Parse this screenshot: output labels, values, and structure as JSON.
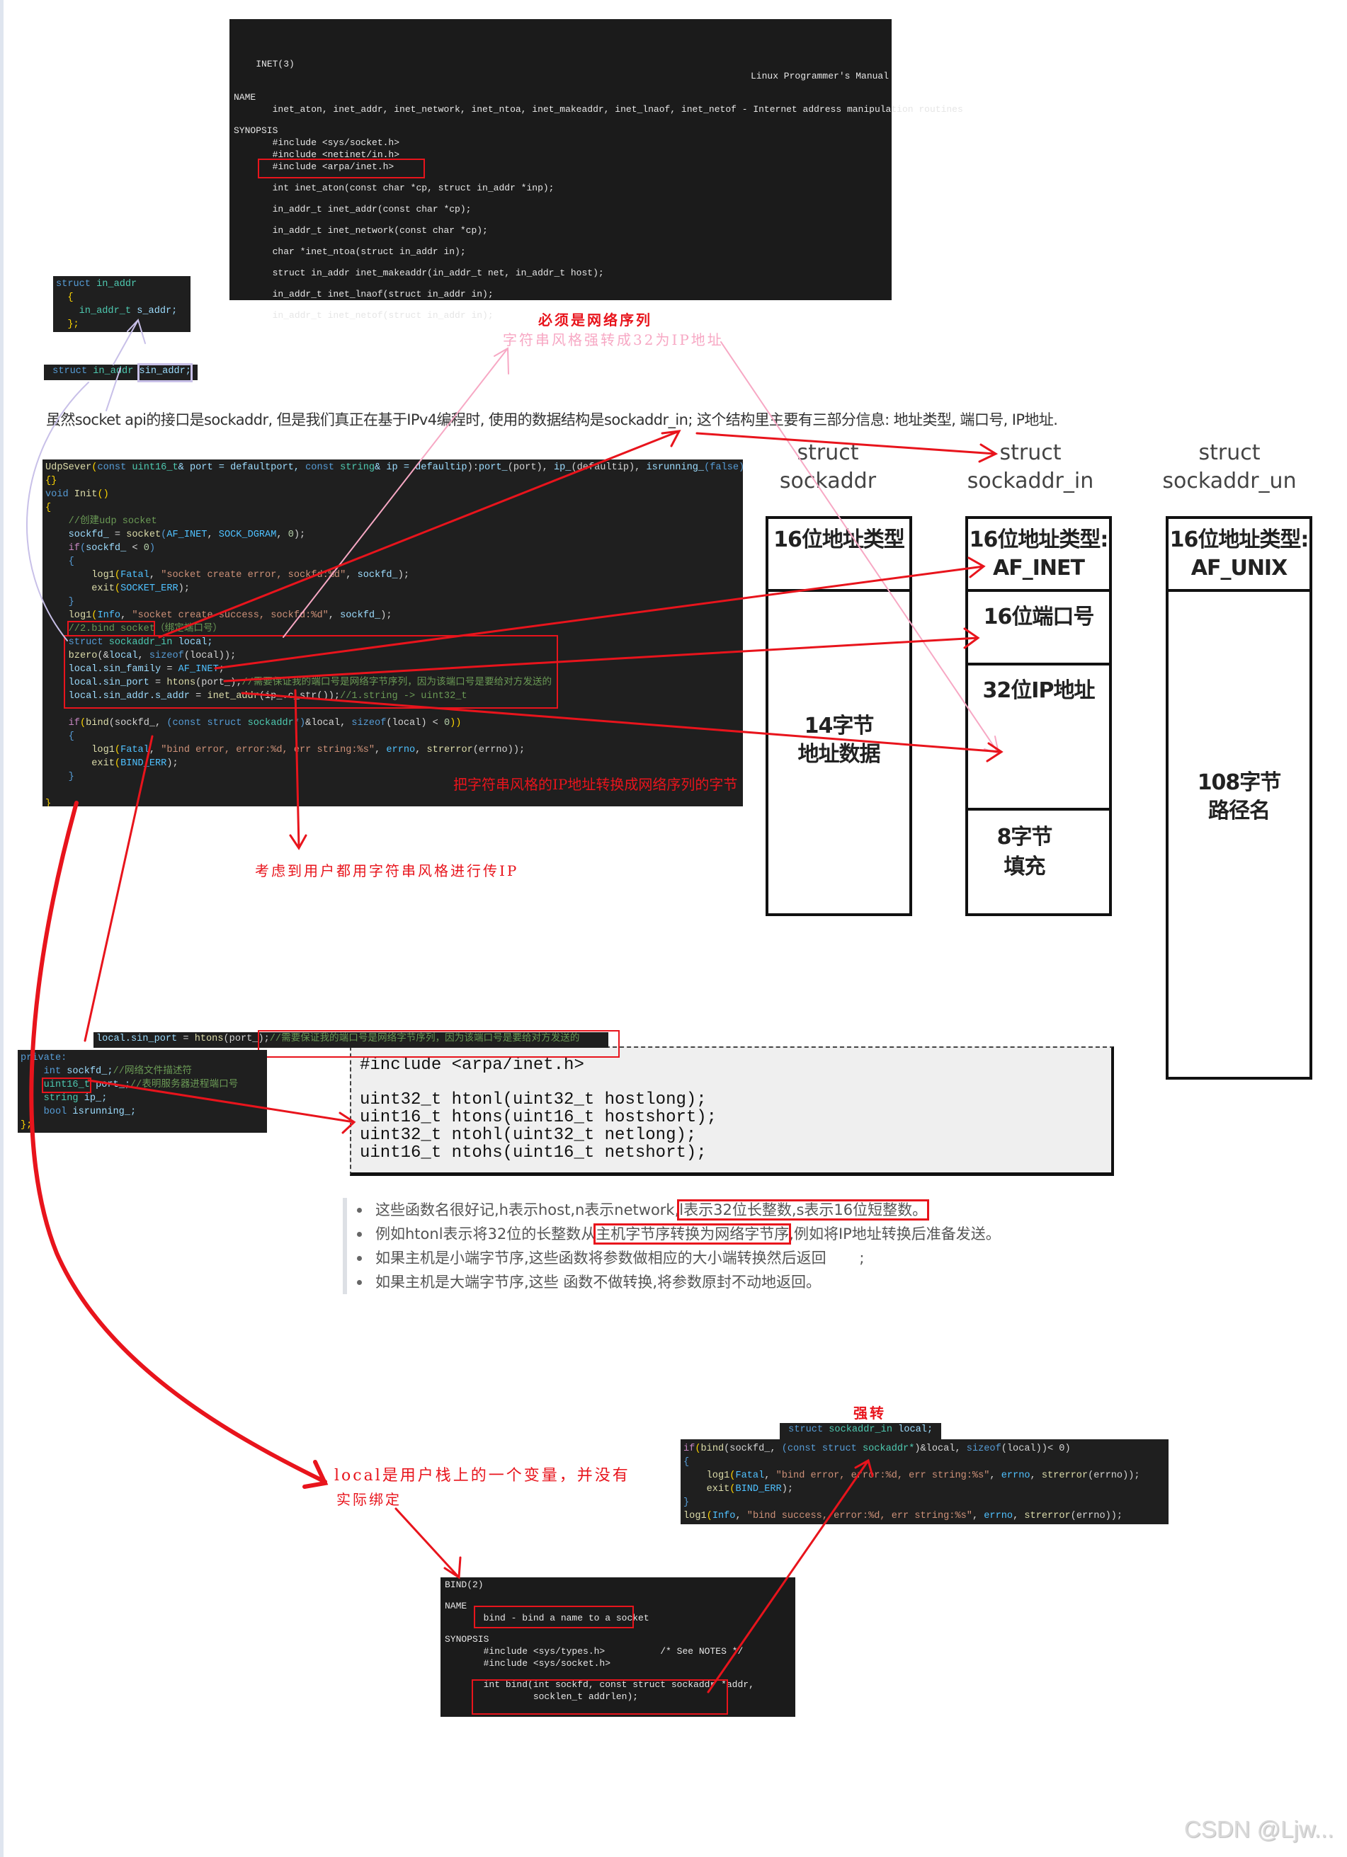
{
  "inet_man": {
    "header_left": "INET(3)",
    "header_right": "Linux Programmer's Manual",
    "lines": [
      "",
      "NAME",
      "       inet_aton, inet_addr, inet_network, inet_ntoa, inet_makeaddr, inet_lnaof, inet_netof - Internet address manipulation routines",
      "",
      "SYNOPSIS",
      "       #include <sys/socket.h>",
      "       #include <netinet/in.h>",
      "       #include <arpa/inet.h>",
      "",
      "       int inet_aton(const char *cp, struct in_addr *inp);",
      "",
      "       in_addr_t inet_addr(const char *cp);",
      "",
      "       in_addr_t inet_network(const char *cp);",
      "",
      "       char *inet_ntoa(struct in_addr in);",
      "",
      "       struct in_addr inet_makeaddr(in_addr_t net, in_addr_t host);",
      "",
      "       in_addr_t inet_lnaof(struct in_addr in);",
      "",
      "       in_addr_t inet_netof(struct in_addr in);"
    ]
  },
  "in_addr_struct": [
    [
      [
        "struct ",
        "k"
      ],
      [
        "in_addr",
        "t"
      ]
    ],
    [
      [
        "  {",
        "y"
      ]
    ],
    [
      [
        "    in_addr_t",
        "t"
      ],
      [
        " s_addr;",
        "v"
      ]
    ],
    [
      [
        "  };",
        "y"
      ]
    ]
  ],
  "sin_addr_bar": [
    [
      [
        " struct ",
        "k"
      ],
      [
        "in_addr",
        "t"
      ],
      [
        " sin_addr;",
        "v"
      ]
    ]
  ],
  "annotations": {
    "must_network_order": "必须是网络序列",
    "string_to_32bit": "字符串风格强转成32为IP地址",
    "convert_string_ip": "把字符串风格的IP地址转换成网络序列的字节",
    "users_use_string": "考虑到用户都用字符串风格进行传IP",
    "force_cast": "强转",
    "local_stack_1": "local是用户栈上的一个变量，并没有",
    "local_stack_2": "实际绑定"
  },
  "paragraph": "虽然socket api的接口是sockaddr, 但是我们真正在基于IPv4编程时, 使用的数据结构是sockaddr_in; 这个结构里主要有三部分信息: 地址类型, 端口号, IP地址.",
  "main_code": [
    [
      [
        "UdpSever",
        "f"
      ],
      [
        "(",
        "y"
      ],
      [
        "const ",
        "k"
      ],
      [
        "uint16_t",
        "t"
      ],
      [
        "& port = defaultport, ",
        "v"
      ],
      [
        "const ",
        "k"
      ],
      [
        "string",
        "t"
      ],
      [
        "& ip = defaultip",
        "v"
      ],
      [
        "):",
        "p"
      ],
      [
        "port_",
        "v"
      ],
      [
        "(port), ",
        "p"
      ],
      [
        "ip_",
        "v"
      ],
      [
        "(defaultip), ",
        "p"
      ],
      [
        "isrunning_",
        "v"
      ],
      [
        "(false)",
        "k"
      ]
    ],
    [
      [
        "{}",
        "y"
      ]
    ],
    [
      [
        "void ",
        "k"
      ],
      [
        "Init",
        "f"
      ],
      [
        "()",
        "y"
      ]
    ],
    [
      [
        "{",
        "y"
      ]
    ],
    [
      [
        "    //创建udp socket",
        "c"
      ]
    ],
    [
      [
        "    sockfd_",
        "v"
      ],
      [
        " = ",
        "p"
      ],
      [
        "socket",
        "f"
      ],
      [
        "(",
        "k"
      ],
      [
        "AF_INET",
        "m"
      ],
      [
        ", ",
        "p"
      ],
      [
        "SOCK_DGRAM",
        "m"
      ],
      [
        ", ",
        "p"
      ],
      [
        "0",
        "n"
      ],
      [
        ");",
        "p"
      ]
    ],
    [
      [
        "    if",
        "k2"
      ],
      [
        "(",
        "k"
      ],
      [
        "sockfd_",
        "v"
      ],
      [
        " < ",
        "p"
      ],
      [
        "0",
        "n"
      ],
      [
        ")",
        "k"
      ]
    ],
    [
      [
        "    {",
        "k"
      ]
    ],
    [
      [
        "        log1",
        "f"
      ],
      [
        "(",
        "y"
      ],
      [
        "Fatal",
        "m"
      ],
      [
        ", ",
        "p"
      ],
      [
        "\"socket create error, sockfd:%d\"",
        "s"
      ],
      [
        ", ",
        "p"
      ],
      [
        "sockfd_",
        "v"
      ],
      [
        ");",
        "p"
      ]
    ],
    [
      [
        "        exit",
        "f"
      ],
      [
        "(",
        "y"
      ],
      [
        "SOCKET_ERR",
        "m"
      ],
      [
        ");",
        "p"
      ]
    ],
    [
      [
        "    }",
        "k"
      ]
    ],
    [
      [
        "    log1",
        "f"
      ],
      [
        "(",
        "y"
      ],
      [
        "Info",
        "m"
      ],
      [
        ", ",
        "p"
      ],
      [
        "\"socket create success, sockfd:%d\"",
        "s"
      ],
      [
        ", ",
        "p"
      ],
      [
        "sockfd_",
        "v"
      ],
      [
        ");",
        "p"
      ]
    ],
    [
      [
        "    //2.bind socket（绑定端口号）",
        "c"
      ]
    ],
    [
      [
        "    struct ",
        "k"
      ],
      [
        "sockaddr_in",
        "t"
      ],
      [
        " local;",
        "v"
      ]
    ],
    [
      [
        "    bzero",
        "f"
      ],
      [
        "(&",
        "p"
      ],
      [
        "local",
        "v"
      ],
      [
        ", ",
        "p"
      ],
      [
        "sizeof",
        "k"
      ],
      [
        "(local));",
        "p"
      ]
    ],
    [
      [
        "    local.sin_family",
        "v"
      ],
      [
        " = ",
        "p"
      ],
      [
        "AF_INET",
        "m"
      ],
      [
        ";",
        "p"
      ]
    ],
    [
      [
        "    local.sin_port",
        "v"
      ],
      [
        " = ",
        "p"
      ],
      [
        "htons",
        "f"
      ],
      [
        "(port_);",
        "p"
      ],
      [
        "//需要保证我的端口号是网络字节序列，因为该端口号是要给对方发送的",
        "c"
      ]
    ],
    [
      [
        "    local.sin_addr.s_addr",
        "v"
      ],
      [
        " = ",
        "p"
      ],
      [
        "inet_addr",
        "f"
      ],
      [
        "(ip_.c_str());",
        "p"
      ],
      [
        "//1.string -> uint32_t",
        "c"
      ]
    ],
    [],
    [
      [
        "    if",
        "k2"
      ],
      [
        "(",
        "y"
      ],
      [
        "bind",
        "f"
      ],
      [
        "(sockfd_, ",
        "p"
      ],
      [
        "(const struct ",
        "k"
      ],
      [
        "sockaddr",
        "t"
      ],
      [
        "*)",
        "k"
      ],
      [
        "&local, ",
        "p"
      ],
      [
        "sizeof",
        "k"
      ],
      [
        "(local) < ",
        "p"
      ],
      [
        "0",
        "n"
      ],
      [
        "))",
        "y"
      ]
    ],
    [
      [
        "    {",
        "k"
      ]
    ],
    [
      [
        "        log1",
        "f"
      ],
      [
        "(",
        "y"
      ],
      [
        "Fatal",
        "m"
      ],
      [
        ", ",
        "p"
      ],
      [
        "\"bind error, error:%d, err string:%s\"",
        "s"
      ],
      [
        ", ",
        "p"
      ],
      [
        "errno",
        "m"
      ],
      [
        ", ",
        "p"
      ],
      [
        "strerror",
        "f"
      ],
      [
        "(errno));",
        "p"
      ]
    ],
    [
      [
        "        exit",
        "f"
      ],
      [
        "(",
        "y"
      ],
      [
        "BIND_ERR",
        "m"
      ],
      [
        ");",
        "p"
      ]
    ],
    [
      [
        "    }",
        "k"
      ]
    ],
    [],
    [
      [
        "}",
        "y"
      ]
    ]
  ],
  "diagram": {
    "sockaddr": {
      "title1": "struct",
      "title2": "sockaddr",
      "cell1": "16位地址类型",
      "cell2a": "14字节",
      "cell2b": "地址数据"
    },
    "sockaddr_in": {
      "title1": "struct",
      "title2": "sockaddr_in",
      "cell1a": "16位地址类型:",
      "cell1b": "AF_INET",
      "cell2": "16位端口号",
      "cell3": "32位IP地址",
      "cell4a": "8字节",
      "cell4b": "填充"
    },
    "sockaddr_un": {
      "title1": "struct",
      "title2": "sockaddr_un",
      "cell1a": "16位地址类型:",
      "cell1b": "AF_UNIX",
      "cell2a": "108字节",
      "cell2b": "路径名"
    }
  },
  "sin_port_bar": [
    [
      [
        "local.sin_port",
        "v"
      ],
      [
        " = ",
        "p"
      ],
      [
        "htons",
        "f"
      ],
      [
        "(port_);",
        "p"
      ],
      [
        "//需要保证我的端口号是网络字节序列，因为该端口号是要给对方发送的",
        "c"
      ]
    ]
  ],
  "private_code": [
    [
      [
        "private:",
        "k"
      ]
    ],
    [
      [
        "    int ",
        "k"
      ],
      [
        "sockfd_;",
        "v"
      ],
      [
        "//网络文件描述符",
        "c"
      ]
    ],
    [
      [
        "    uint16_t",
        "t"
      ],
      [
        " port_;",
        "v"
      ],
      [
        "//表明服务器进程端口号",
        "c"
      ]
    ],
    [
      [
        "    string",
        "t"
      ],
      [
        " ip_;",
        "v"
      ]
    ],
    [
      [
        "    bool ",
        "k"
      ],
      [
        "isrunning_;",
        "v"
      ]
    ],
    [
      [
        "};",
        "y"
      ]
    ]
  ],
  "byteorder": [
    "#include <arpa/inet.h>",
    "",
    "uint32_t htonl(uint32_t hostlong);",
    "uint16_t htons(uint16_t hostshort);",
    "uint32_t ntohl(uint32_t netlong);",
    "uint16_t ntohs(uint16_t netshort);"
  ],
  "bullets": [
    {
      "a": "这些函数名很好记,h表示host,n表示network,",
      "b": "l表示32位长整数,s表示16位短整数。",
      "c": ""
    },
    {
      "a": "例如htonl表示将32位的长整数从",
      "b": "主机字节序转换为网络字节序",
      "c": ",例如将IP地址转换后准备发送。"
    },
    {
      "a": "如果主机是小端字节序,这些函数将参数做相应的大小端转换然后返回       ;",
      "b": "",
      "c": ""
    },
    {
      "a": "如果主机是大端字节序,这些 函数不做转换,将参数原封不动地返回。",
      "b": "",
      "c": ""
    }
  ],
  "local_bar": [
    [
      [
        " struct ",
        "k"
      ],
      [
        "sockaddr_in",
        "t"
      ],
      [
        " local;",
        "v"
      ]
    ]
  ],
  "bind_code": [
    [
      [
        "if",
        "k2"
      ],
      [
        "(",
        "y"
      ],
      [
        "bind",
        "f"
      ],
      [
        "(sockfd_, ",
        "p"
      ],
      [
        "(const struct ",
        "k"
      ],
      [
        "sockaddr*",
        "t"
      ],
      [
        ")&local, ",
        "p"
      ],
      [
        "sizeof",
        "k"
      ],
      [
        "(local))< 0)",
        "p"
      ]
    ],
    [
      [
        "{",
        "k"
      ]
    ],
    [
      [
        "    log1",
        "f"
      ],
      [
        "(",
        "y"
      ],
      [
        "Fatal",
        "m"
      ],
      [
        ", ",
        "p"
      ],
      [
        "\"bind error, error:%d, err string:%s\"",
        "s"
      ],
      [
        ", ",
        "p"
      ],
      [
        "errno",
        "m"
      ],
      [
        ", ",
        "p"
      ],
      [
        "strerror",
        "f"
      ],
      [
        "(errno));",
        "p"
      ]
    ],
    [
      [
        "    exit",
        "f"
      ],
      [
        "(",
        "y"
      ],
      [
        "BIND_ERR",
        "m"
      ],
      [
        ");",
        "p"
      ]
    ],
    [
      [
        "}",
        "k"
      ]
    ],
    [
      [
        "log1",
        "f"
      ],
      [
        "(",
        "y"
      ],
      [
        "Info",
        "m"
      ],
      [
        ", ",
        "p"
      ],
      [
        "\"bind success, error:%d, err string:%s\"",
        "s"
      ],
      [
        ", ",
        "p"
      ],
      [
        "errno",
        "m"
      ],
      [
        ", ",
        "p"
      ],
      [
        "strerror",
        "f"
      ],
      [
        "(errno));",
        "p"
      ]
    ]
  ],
  "bind_man": {
    "lines": [
      "BIND(2)",
      "",
      "NAME",
      "       bind - bind a name to a socket",
      "",
      "SYNOPSIS",
      "       #include <sys/types.h>          /* See NOTES */",
      "       #include <sys/socket.h>",
      "",
      "       int bind(int sockfd, const struct sockaddr *addr,",
      "                socklen_t addrlen);"
    ]
  },
  "watermark": "CSDN @Ljw..."
}
